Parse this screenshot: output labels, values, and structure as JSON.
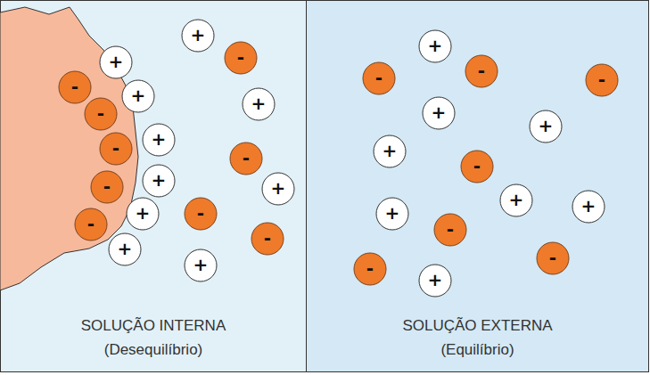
{
  "diagram": {
    "nodes": [
      {
        "text": [
          "SOLUÇÃO INTERNA",
          "(Desequilíbrio)"
        ]
      },
      {
        "text": [
          "+"
        ],
        "in": 0
      },
      {
        "text": [
          "-"
        ],
        "in": 0
      },
      {
        "text": [
          "+"
        ],
        "in": 0
      },
      {
        "text": [
          "-"
        ],
        "in": 0
      },
      {
        "text": [
          "+"
        ],
        "in": 0
      },
      {
        "text": [
          "+"
        ],
        "in": 0
      },
      {
        "text": [
          "-"
        ],
        "in": 0
      },
      {
        "text": [
          "+"
        ],
        "in": 0
      },
      {
        "text": [
          "-"
        ],
        "in": 0
      },
      {
        "text": [
          "-"
        ],
        "in": 0
      },
      {
        "text": [
          "+"
        ],
        "in": 0
      },
      {
        "text": [
          "-"
        ],
        "in": 0
      },
      {
        "text": [
          "+"
        ],
        "in": 0
      },
      {
        "text": [
          "+"
        ],
        "in": 0
      },
      {
        "text": [
          "-"
        ],
        "in": 0
      },
      {
        "text": [
          "-"
        ],
        "in": 0
      },
      {
        "text": [
          "-"
        ],
        "in": 0
      },
      {
        "text": [
          "+"
        ],
        "in": 0
      },
      {
        "text": [
          "+"
        ],
        "in": 0
      },
      {
        "text": [
          "SOLUÇÃO EXTERNA",
          "(Equilíbrio)"
        ]
      },
      {
        "text": [
          "+"
        ],
        "in": 20
      },
      {
        "text": [
          "-"
        ],
        "in": 20
      },
      {
        "text": [
          "-"
        ],
        "in": 20
      },
      {
        "text": [
          "-"
        ],
        "in": 20
      },
      {
        "text": [
          "+"
        ],
        "in": 20
      },
      {
        "text": [
          "+"
        ],
        "in": 20
      },
      {
        "text": [
          "+"
        ],
        "in": 20
      },
      {
        "text": [
          "-"
        ],
        "in": 20
      },
      {
        "text": [
          "+"
        ],
        "in": 20
      },
      {
        "text": [
          "+"
        ],
        "in": 20
      },
      {
        "text": [
          "+"
        ],
        "in": 20
      },
      {
        "text": [
          "-"
        ],
        "in": 20
      },
      {
        "text": [
          "-"
        ],
        "in": 20
      },
      {
        "text": [
          "-"
        ],
        "in": 20
      },
      {
        "text": [
          "+"
        ],
        "in": 20
      }
    ]
  }
}
